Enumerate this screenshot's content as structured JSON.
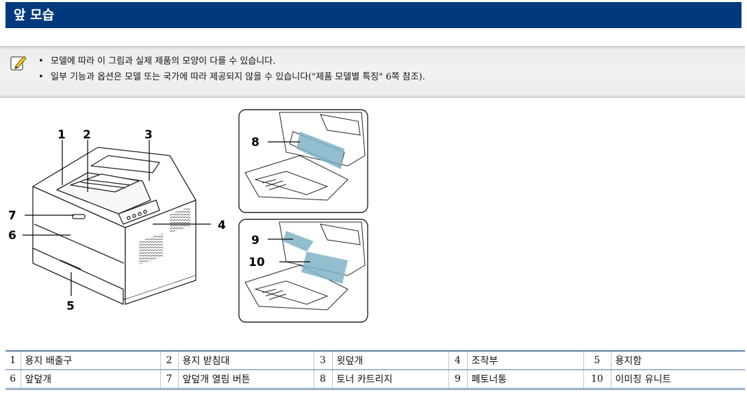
{
  "section": {
    "title": "앞 모습"
  },
  "note": {
    "icon": "pencil-note-icon",
    "items": [
      "모델에 따라 이 그림과 실제 제품의 모양이 다를 수 있습니다.",
      "일부 기능과 옵션은 모델 또는 국가에 따라 제공되지 않을 수 있습니다(\"제품 모델별 특징\" 6쪽 참조)."
    ]
  },
  "figure": {
    "callouts": [
      "1",
      "2",
      "3",
      "4",
      "5",
      "6",
      "7",
      "8",
      "9",
      "10"
    ]
  },
  "parts": [
    {
      "num": "1",
      "name": "용지 배출구"
    },
    {
      "num": "2",
      "name": "용지 받침대"
    },
    {
      "num": "3",
      "name": "윗덮개"
    },
    {
      "num": "4",
      "name": "조작부"
    },
    {
      "num": "5",
      "name": "용지함"
    },
    {
      "num": "6",
      "name": "앞덮개"
    },
    {
      "num": "7",
      "name": "앞덮개 열림 버튼"
    },
    {
      "num": "8",
      "name": "토너 카트리지"
    },
    {
      "num": "9",
      "name": "폐토너통"
    },
    {
      "num": "10",
      "name": "이미징 유니트"
    }
  ]
}
